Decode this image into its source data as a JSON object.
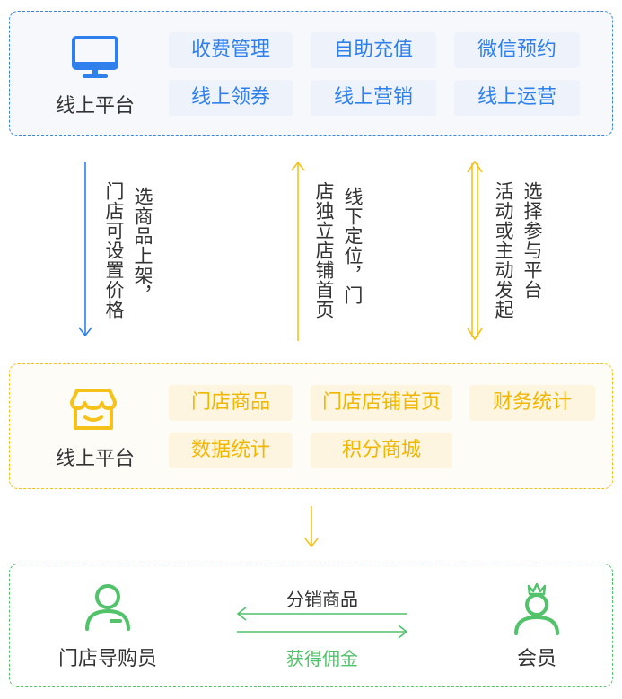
{
  "top": {
    "label": "线上平台",
    "icon": "monitor-icon",
    "color": "#2f80ed",
    "chips": [
      "收费管理",
      "自助充值",
      "微信预约",
      "线上领券",
      "线上营销",
      "线上运营"
    ]
  },
  "flows": {
    "left": {
      "direction": "down",
      "lines": [
        "选商品上架，",
        "门店可设置价格"
      ],
      "color": "#2f80ed"
    },
    "middle": {
      "direction": "up",
      "lines": [
        "线下定位，门",
        "店独立店铺首页"
      ],
      "color": "#f5c21b"
    },
    "right": {
      "direction": "both",
      "lines": [
        "选择参与平台",
        "活动或主动发起"
      ],
      "color": "#f5c21b"
    }
  },
  "middle": {
    "label": "线上平台",
    "icon": "store-icon",
    "color": "#f5c21b",
    "chips": [
      "门店商品",
      "门店店铺首页",
      "财务统计",
      "数据统计",
      "积分商城"
    ]
  },
  "bottom": {
    "left_label": "门店导购员",
    "right_label": "会员",
    "arrow_top_label": "分销商品",
    "arrow_bottom_label": "获得佣金",
    "color": "#52c26b",
    "left_icon": "guide-person-icon",
    "right_icon": "member-crown-icon"
  }
}
